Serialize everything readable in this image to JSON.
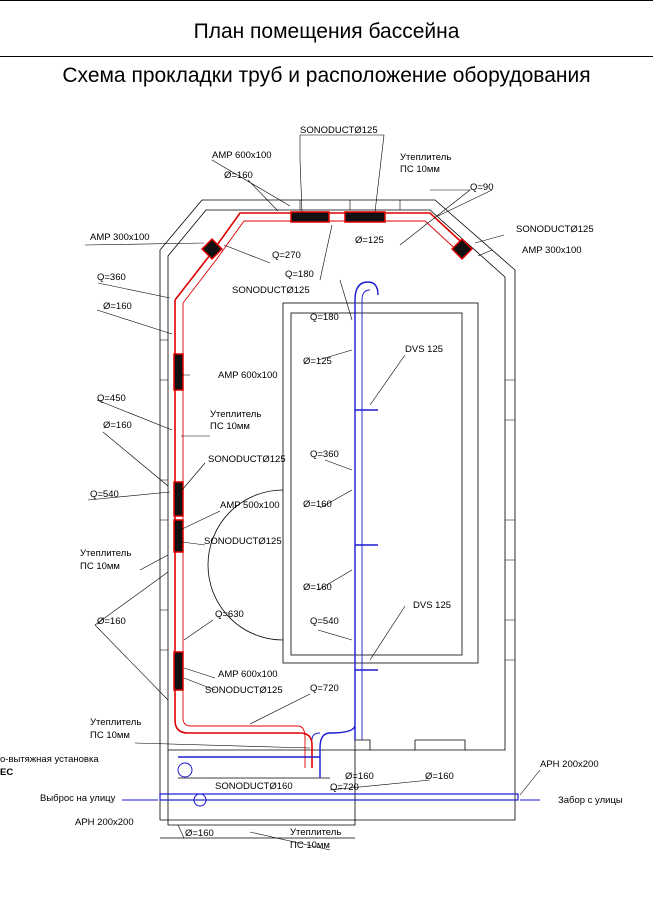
{
  "header": {
    "title": "План помещения бассейна",
    "subtitle": "Схема прокладки труб и расположение оборудования"
  },
  "labels": {
    "sonoduct_top": "SONODUCTØ125",
    "amp_600_top": "AMP 600x100",
    "insul_top_1": "Утеплитель",
    "insul_top_2": "ПС 10мм",
    "d160_top": "Ø=160",
    "q90": "Q=90",
    "amp_300_left": "AMP 300x100",
    "q270": "Q=270",
    "d125_top": "Ø=125",
    "sonoduct_right": "SONODUCTØ125",
    "amp_300_right": "AMP 300x100",
    "q180_top": "Q=180",
    "sonoduct_mid": "SONODUCTØ125",
    "q360_left": "Q=360",
    "d160_left1": "Ø=160",
    "q180_pool": "Q=180",
    "d125_pool": "Ø=125",
    "dvs_upper": "DVS 125",
    "amp_600_mid": "AMP 600x100",
    "q450": "Q=450",
    "insul_mid_1": "Утеплитель",
    "insul_mid_2": "ПС 10мм",
    "d160_left2": "Ø=160",
    "sonoduct_mid2": "SONODUCTØ125",
    "q360_pool": "Q=360",
    "q540_left": "Q=540",
    "amp_500": "AMP 500x100",
    "d160_pool1": "Ø=160",
    "sonoduct_mid3": "SONODUCTØ125",
    "insul_left_1": "Утеплитель",
    "insul_left_2": "ПС 10мм",
    "d160_pool2": "Ø=160",
    "dvs_lower": "DVS 125",
    "d160_left3": "Ø=160",
    "q630": "Q=630",
    "q540_pool": "Q=540",
    "amp_600_low": "AMP 600x100",
    "sonoduct_low": "SONODUCTØ125",
    "q720_upper": "Q=720",
    "insul_low_1": "Утеплитель",
    "insul_low_2": "ПС 10мм",
    "unit_1": "о-вытяжная установка",
    "unit_2": "EC",
    "d160_unit": "Ø=160",
    "sonoduct_160": "SONODUCTØ160",
    "q720_lower": "Q=720",
    "d160_right": "Ø=160",
    "arn_right": "APH 200x200",
    "exhaust": "Выброс на улицу",
    "intake": "Забор с улицы",
    "arn_left": "APH 200x200",
    "d160_bottom": "Ø=160",
    "insul_bottom_1": "Утеплитель",
    "insul_bottom_2": "ПС 10мм"
  }
}
